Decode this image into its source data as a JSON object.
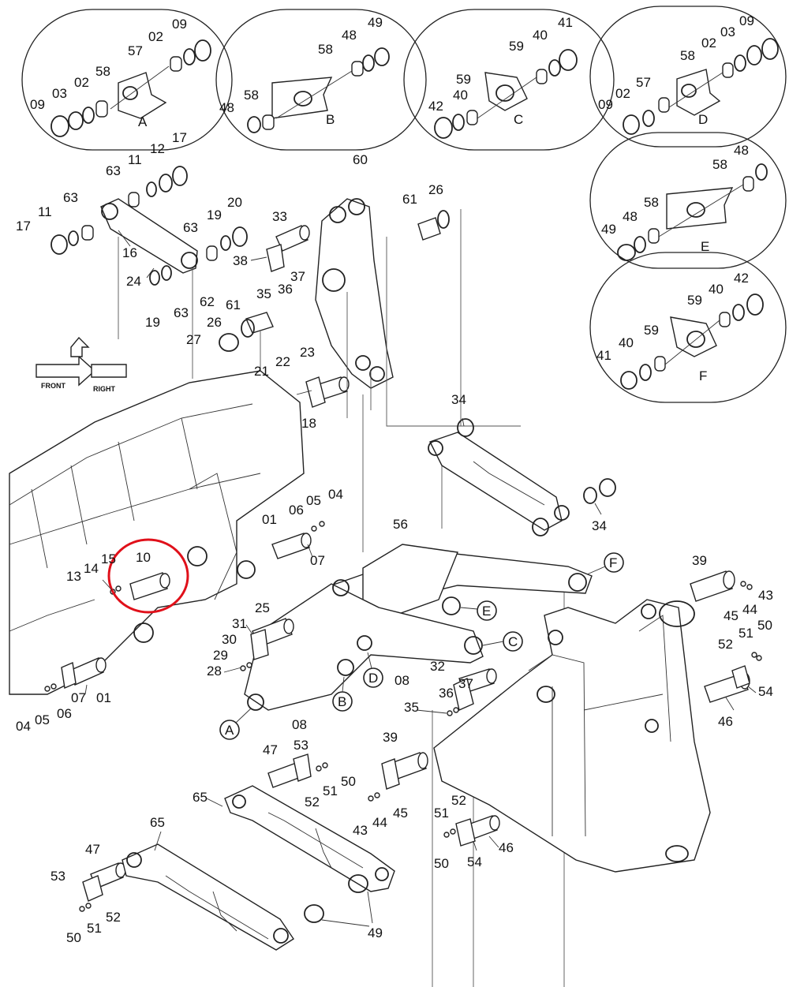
{
  "detail_views": [
    {
      "letter": "A",
      "labels": [
        "09",
        "03",
        "02",
        "58",
        "57",
        "02",
        "09"
      ]
    },
    {
      "letter": "B",
      "labels": [
        "48",
        "58",
        "58",
        "48",
        "49"
      ]
    },
    {
      "letter": "C",
      "labels": [
        "42",
        "40",
        "59",
        "59",
        "40",
        "41"
      ]
    },
    {
      "letter": "D",
      "labels": [
        "09",
        "02",
        "57",
        "58",
        "02",
        "03",
        "09"
      ]
    },
    {
      "letter": "E",
      "labels": [
        "49",
        "48",
        "58",
        "58",
        "48"
      ]
    },
    {
      "letter": "F",
      "labels": [
        "41",
        "40",
        "59",
        "59",
        "40",
        "42"
      ]
    }
  ],
  "callouts": [
    "A",
    "B",
    "C",
    "D",
    "E",
    "F"
  ],
  "direction_marker": {
    "front": "FRONT",
    "right": "RIGHT"
  },
  "part_labels": {
    "p63a": "63",
    "p11a": "11",
    "p12": "12",
    "p17a": "17",
    "p17b": "17",
    "p11b": "11",
    "p63b": "63",
    "p16": "16",
    "p24": "24",
    "p19a": "19",
    "p63c": "63",
    "p62": "62",
    "p63d": "63",
    "p19b": "19",
    "p20": "20",
    "p33": "33",
    "p38": "38",
    "p37a": "37",
    "p35a": "35",
    "p36a": "36",
    "p61a": "61",
    "p26a": "26",
    "p27": "27",
    "p60": "60",
    "p61b": "61",
    "p26b": "26",
    "p21": "21",
    "p22": "22",
    "p23": "23",
    "p18": "18",
    "p34a": "34",
    "p34b": "34",
    "p05a": "05",
    "p04a": "04",
    "p06a": "06",
    "p01a": "01",
    "p07a": "07",
    "p56": "56",
    "p39a": "39",
    "p43a": "43",
    "p45a": "45",
    "p44a": "44",
    "p50a": "50",
    "p51a": "51",
    "p52a": "52",
    "p54a": "54",
    "p46a": "46",
    "p10": "10",
    "p13": "13",
    "p14": "14",
    "p15": "15",
    "p25": "25",
    "p31": "31",
    "p30": "30",
    "p29": "29",
    "p28": "28",
    "p32": "32",
    "p37b": "37",
    "p36b": "36",
    "p35b": "35",
    "p08a": "08",
    "p08b": "08",
    "p07b": "07",
    "p01b": "01",
    "p04b": "04",
    "p05b": "05",
    "p06b": "06",
    "p47a": "47",
    "p53a": "53",
    "p50b": "50",
    "p52b": "52",
    "p51b": "51",
    "p39b": "39",
    "p43b": "43",
    "p44b": "44",
    "p45b": "45",
    "p65a": "65",
    "p65b": "65",
    "p51c": "51",
    "p52c": "52",
    "p50c": "50",
    "p54b": "54",
    "p46b": "46",
    "p47b": "47",
    "p53b": "53",
    "p52d": "52",
    "p50d": "50",
    "p51d": "51",
    "p49": "49"
  },
  "highlight_color": "#e0101a",
  "line_color": "#222222"
}
